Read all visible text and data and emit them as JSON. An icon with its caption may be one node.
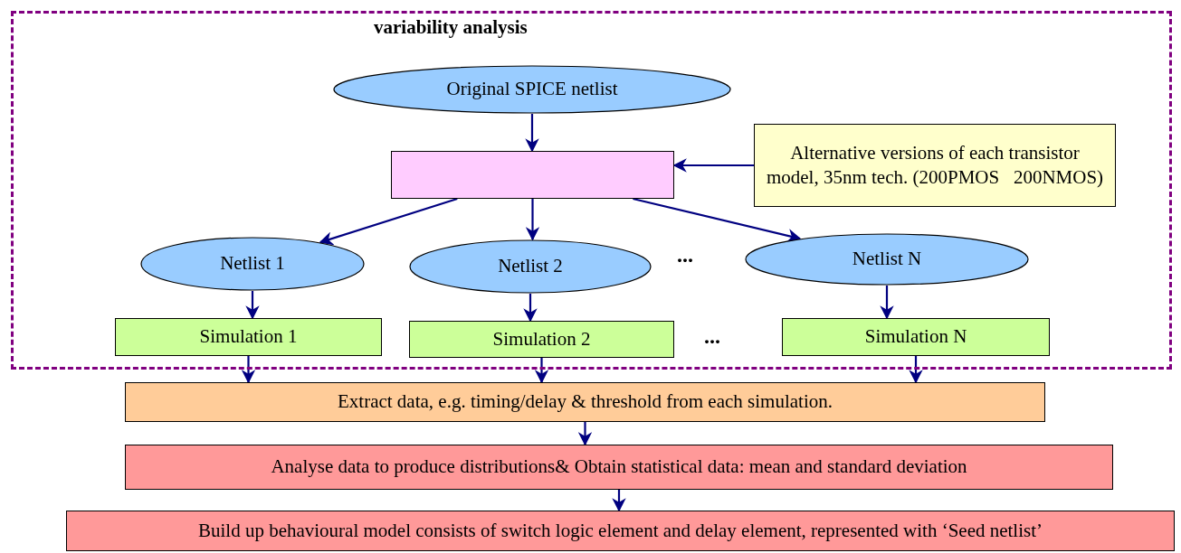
{
  "diagram": {
    "nodes": [
      {
        "text": [
          "variability analysis"
        ]
      },
      {
        "text": [
          "Original SPICE netlist"
        ],
        "in": 0
      },
      {
        "text": [],
        "shape": "box",
        "in": 0
      },
      {
        "text": [
          "Alternative versions of each transistor model, 35nm tech. (200PMOS   200NMOS)"
        ],
        "in": 0
      },
      {
        "text": [
          "Netlist 1"
        ],
        "in": 0
      },
      {
        "text": [
          "Netlist 2"
        ],
        "in": 0
      },
      {
        "text": [
          "Netlist N"
        ],
        "in": 0
      },
      {
        "text": [
          "Simulation 1"
        ],
        "in": 0
      },
      {
        "text": [
          "Simulation 2"
        ],
        "in": 0
      },
      {
        "text": [
          "Simulation N"
        ],
        "in": 0
      },
      {
        "text": [
          "Extract data, e.g. timing/delay & threshold from each simulation."
        ]
      },
      {
        "text": [
          "Analyse data to produce distributions& Obtain statistical data: mean and standard deviation"
        ]
      },
      {
        "text": [
          "Build up behavioural model consists of switch logic element and delay element, represented with ‘Seed netlist’"
        ]
      }
    ],
    "edges": [
      {
        "from": 1,
        "to": 2,
        "arrow": "to"
      },
      {
        "from": 3,
        "to": 2,
        "arrow": "to"
      },
      {
        "from": 2,
        "to": 4,
        "arrow": "to"
      },
      {
        "from": 2,
        "to": 5,
        "arrow": "to"
      },
      {
        "from": 2,
        "to": 6,
        "arrow": "to"
      },
      {
        "from": 4,
        "to": 7,
        "arrow": "to"
      },
      {
        "from": 5,
        "to": 8,
        "arrow": "to"
      },
      {
        "from": 6,
        "to": 9,
        "arrow": "to"
      },
      {
        "from": 7,
        "to": 10,
        "arrow": "to"
      },
      {
        "from": 8,
        "to": 10,
        "arrow": "to"
      },
      {
        "from": 9,
        "to": 10,
        "arrow": "to"
      },
      {
        "from": 10,
        "to": 11,
        "arrow": "to"
      },
      {
        "from": 11,
        "to": 12,
        "arrow": "to"
      }
    ],
    "labels": [
      "...",
      "..."
    ]
  }
}
